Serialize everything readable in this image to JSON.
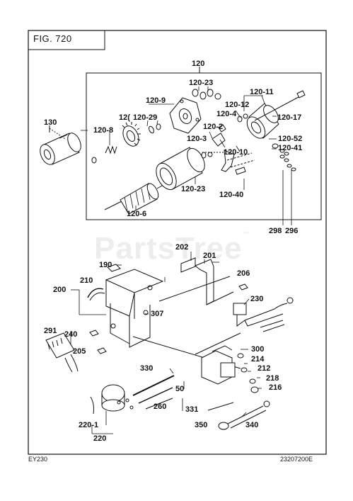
{
  "figure_label": "FIG. 720",
  "model": "EY230",
  "diagram_code": "23207200E",
  "watermark": "PartsTree",
  "watermark_mark": "™",
  "part_labels": {
    "p120": "120",
    "p120_23a": "120-23",
    "p120_11": "120-11",
    "p120_9": "120-9",
    "p120_12": "120-12",
    "p12x": "12(",
    "p120_29": "120-29",
    "p120_4": "120-4",
    "p120_17": "120-17",
    "p130": "130",
    "p120_2": "120-2",
    "p120_8": "120-8",
    "p120_3": "120-3",
    "p120_52": "120-52",
    "p120_41": "120-41",
    "p120_10": "120-10",
    "p120_23b": "120-23",
    "p120_40": "120-40",
    "p120_6": "120-6",
    "p298": "298",
    "p296": "296",
    "p202": "202",
    "p201": "201",
    "p190": "190",
    "p206": "206",
    "p210": "210",
    "p200": "200",
    "p230": "230",
    "p307": "307",
    "p291": "291",
    "p240": "240",
    "p300": "300",
    "p205": "205",
    "p214": "214",
    "p212": "212",
    "p330": "330",
    "p218": "218",
    "p216": "216",
    "p50": "50",
    "p260": "260",
    "p331": "331",
    "p350": "350",
    "p340": "340",
    "p220_1": "220-1",
    "p220": "220"
  }
}
